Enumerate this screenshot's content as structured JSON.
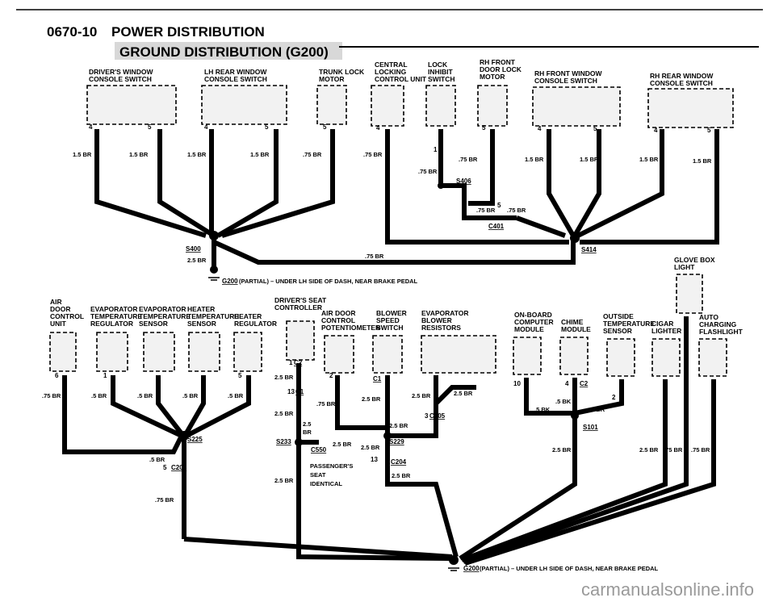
{
  "header": {
    "code": "0670-10",
    "title": "POWER DISTRIBUTION",
    "subtitle": "GROUND DISTRIBUTION (G200)"
  },
  "components": {
    "drivers_window": [
      "DRIVER'S WINDOW",
      "CONSOLE SWITCH"
    ],
    "lh_rear_window": [
      "LH REAR WINDOW",
      "CONSOLE SWITCH"
    ],
    "trunk_lock": [
      "TRUNK LOCK",
      "MOTOR"
    ],
    "central_locking": [
      "CENTRAL",
      "LOCKING",
      "CONTROL UNIT"
    ],
    "lock_inhibit": [
      "LOCK",
      "INHIBIT",
      "SWITCH"
    ],
    "rh_front_door_lock": [
      "RH FRONT",
      "DOOR LOCK",
      "MOTOR"
    ],
    "rh_front_window": [
      "RH FRONT WINDOW",
      "CONSOLE SWITCH"
    ],
    "rh_rear_window": [
      "RH REAR WINDOW",
      "CONSOLE SWITCH"
    ],
    "glove_box": [
      "GLOVE BOX",
      "LIGHT"
    ],
    "air_door": [
      "AIR",
      "DOOR",
      "CONTROL",
      "UNIT"
    ],
    "evap_reg": [
      "EVAPORATOR",
      "TEMPERATURE",
      "REGULATOR"
    ],
    "evap_sensor": [
      "EVAPORATOR",
      "TEMPERATURE",
      "SENSOR"
    ],
    "heater_sensor": [
      "HEATER",
      "TEMPERATURE",
      "SENSOR"
    ],
    "heater_reg": [
      "HEATER",
      "REGULATOR"
    ],
    "seat_ctrl": [
      "DRIVER'S SEAT",
      "CONTROLLER"
    ],
    "air_door_pot": [
      "AIR DOOR",
      "CONTROL",
      "POTENTIOMETER"
    ],
    "blower_switch": [
      "BLOWER",
      "SPEED",
      "SWITCH"
    ],
    "evap_blower": [
      "EVAPORATOR",
      "BLOWER",
      "RESISTORS"
    ],
    "obc": [
      "ON-BOARD",
      "COMPUTER",
      "MODULE"
    ],
    "chime": [
      "CHIME",
      "MODULE"
    ],
    "outside_temp": [
      "OUTSIDE",
      "TEMPERATURE",
      "SENSOR"
    ],
    "cigar": [
      "CIGAR",
      "LIGHTER"
    ],
    "flashlight": [
      "AUTO",
      "CHARGING",
      "FLASHLIGHT"
    ]
  },
  "splices": {
    "s400": "S400",
    "s406": "S406",
    "c401": "C401",
    "s414": "S414",
    "g200_top": "G200",
    "g200_bottom": "G200",
    "s225": "S225",
    "c204a": "C204",
    "c2a": "C2",
    "c1a": "C1",
    "s233": "S233",
    "c550": "C550",
    "s229": "S229",
    "c204b": "C204",
    "c205": "C205",
    "c2b": "C2",
    "s101": "S101"
  },
  "notes": {
    "ground_top": "(PARTIAL) – UNDER LH SIDE OF DASH, NEAR BRAKE PEDAL",
    "ground_bottom": "(PARTIAL) – UNDER LH SIDE OF DASH, NEAR BRAKE PEDAL",
    "passenger_seat": [
      "PASSENGER'S",
      "SEAT",
      "IDENTICAL"
    ]
  },
  "wires": {
    "w15br": "1.5 BR",
    "w75br": ".75 BR",
    "w25br": "2.5 BR",
    "w5br": ".5 BR",
    "w5bk": ".5 BK",
    "w25": "2.5",
    "wbr": "BR"
  },
  "pins": {
    "p1": "1",
    "p2": "2",
    "p3": "3",
    "p4": "4",
    "p5": "5",
    "p6": "6",
    "p10": "10",
    "p13": "13"
  },
  "watermark": "carmanualsonline.info"
}
